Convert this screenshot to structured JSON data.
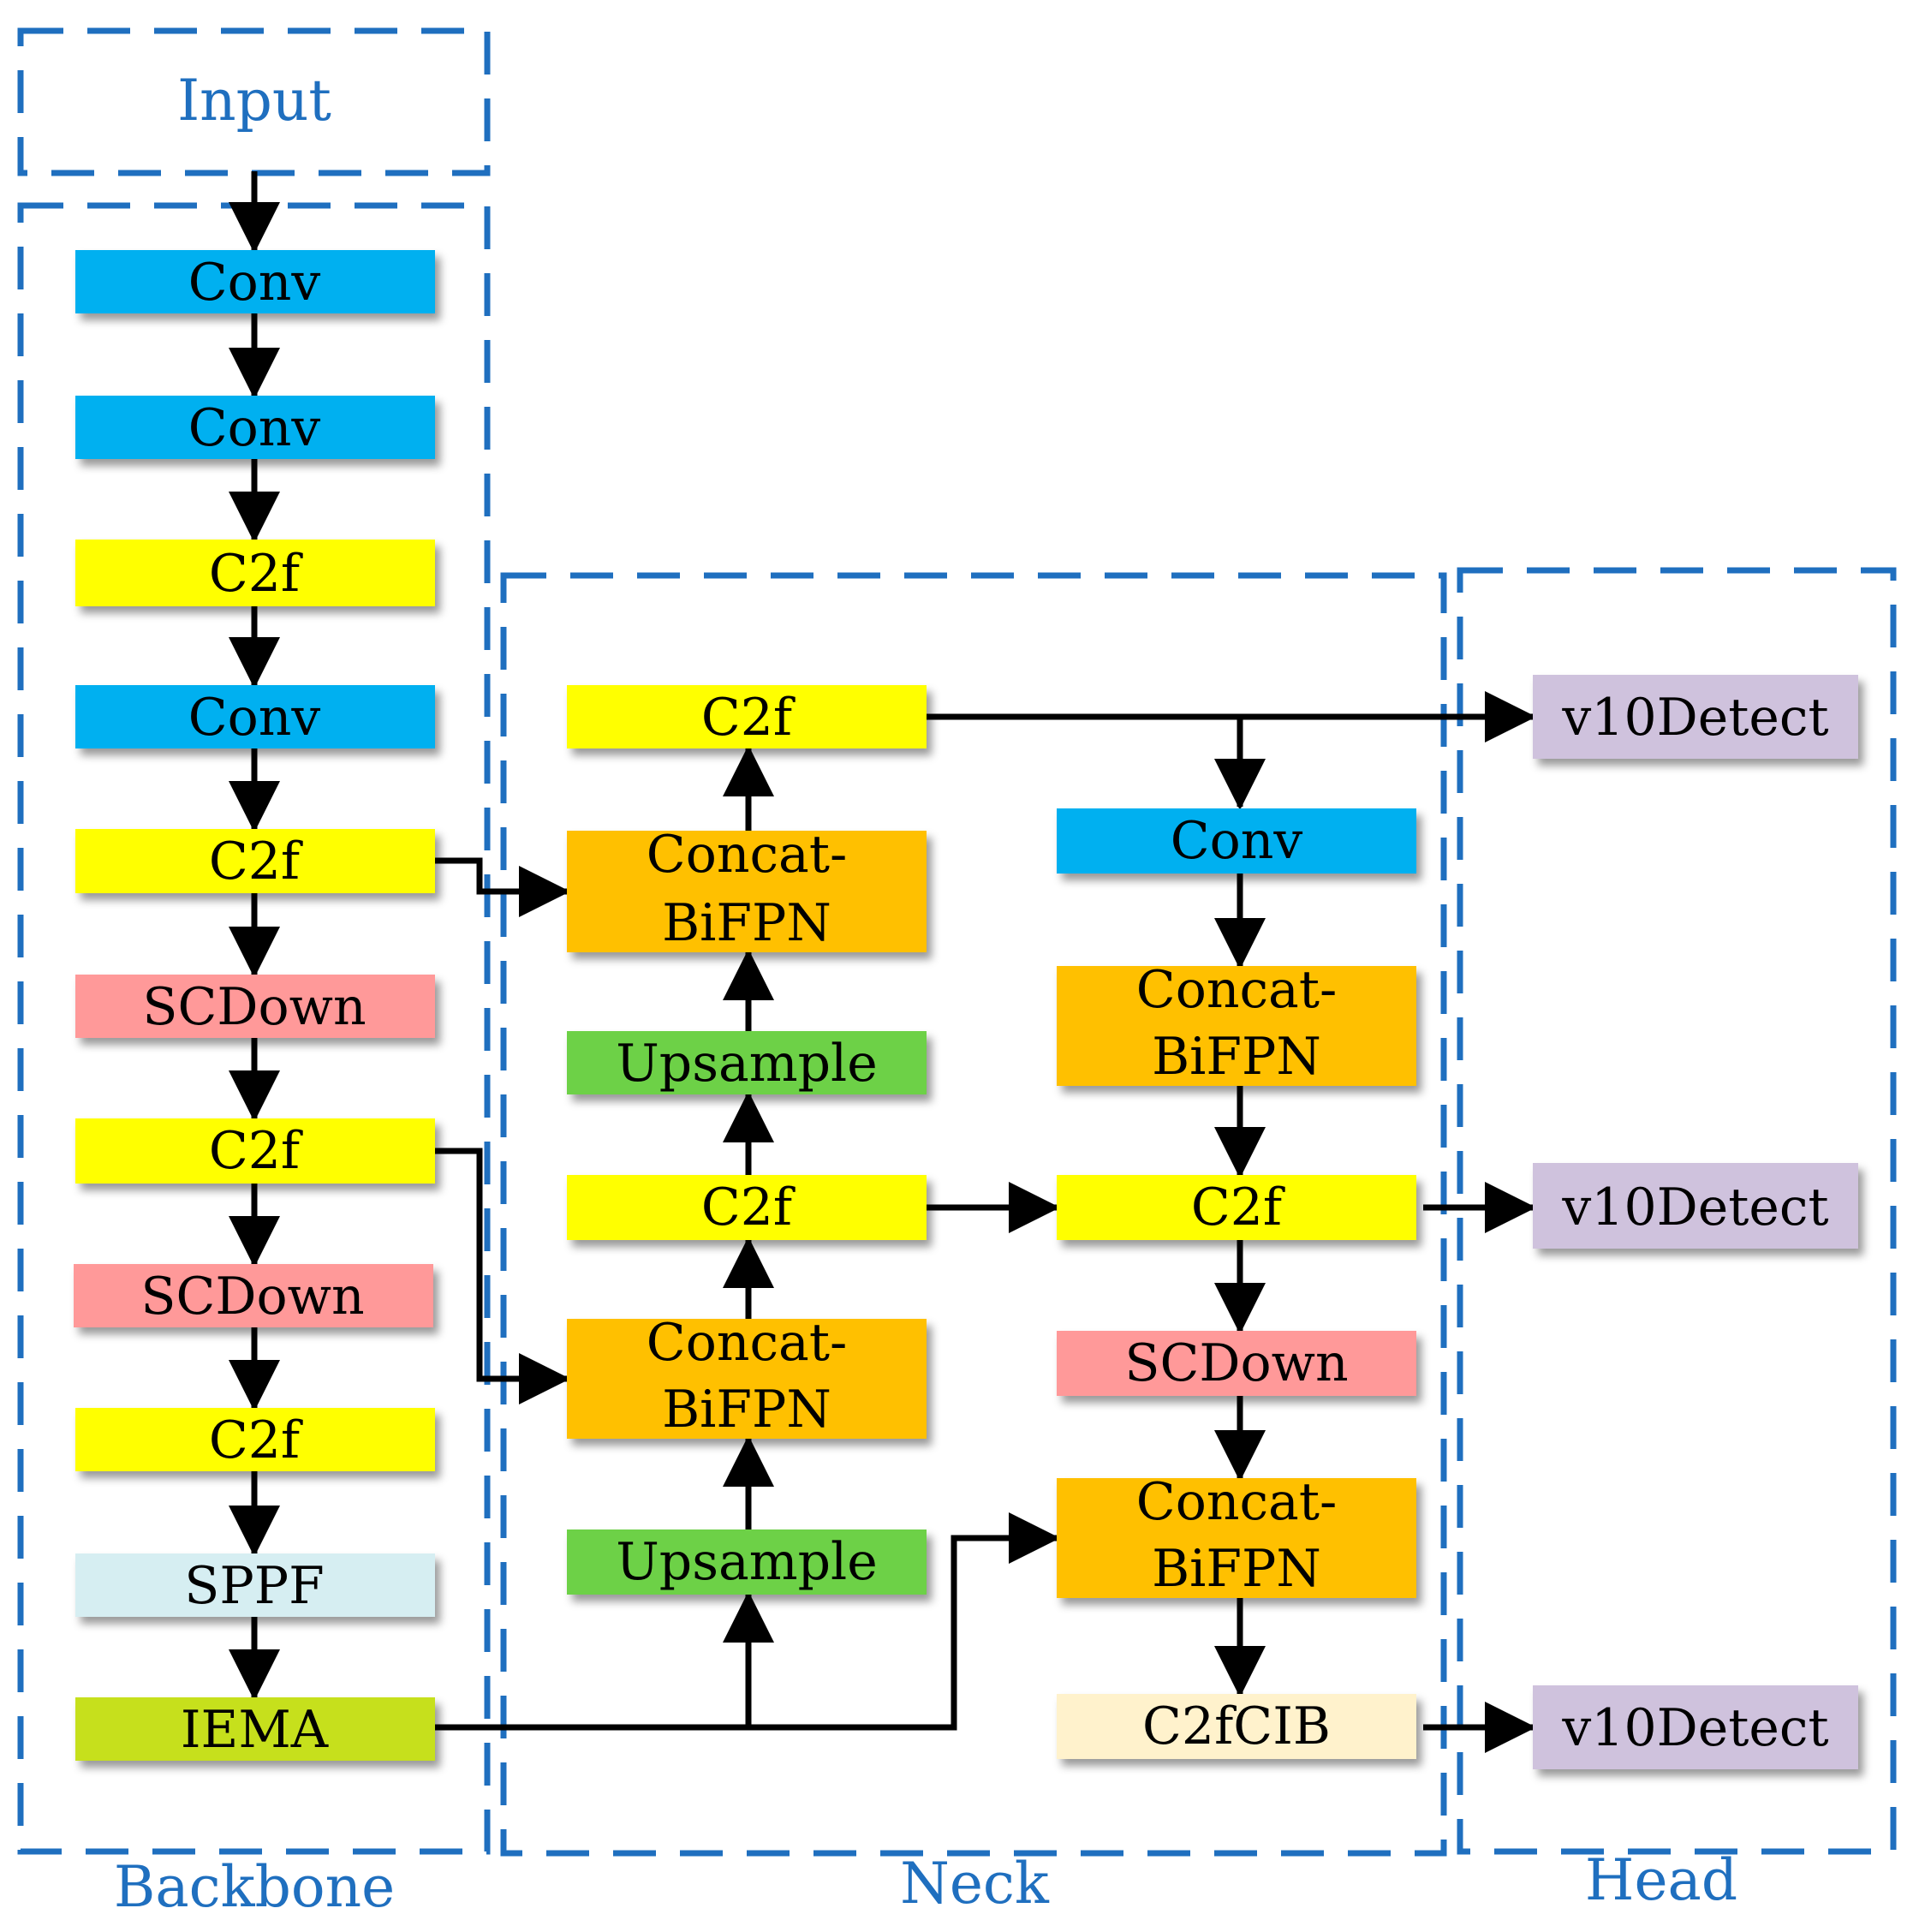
{
  "sections": {
    "input": "Input",
    "backbone": "Backbone",
    "neck": "Neck",
    "head": "Head"
  },
  "colors": {
    "frame": "#1f6fbf",
    "conv": "#00b0f0",
    "c2f": "#ffff00",
    "scdown": "#ff9999",
    "sppf": "#d6eef2",
    "iema": "#c6e01f",
    "concat": "#ffc000",
    "upsample": "#6dd146",
    "c2fcib": "#fff2cc",
    "detect": "#cfc2dd",
    "arrow": "#000000"
  },
  "backbone": {
    "conv1": "Conv",
    "conv2": "Conv",
    "c2f1": "C2f",
    "conv3": "Conv",
    "c2f2": "C2f",
    "scdown1": "SCDown",
    "c2f3": "C2f",
    "scdown2": "SCDown",
    "c2f4": "C2f",
    "sppf": "SPPF",
    "iema": "IEMA"
  },
  "neck": {
    "c2f_top": "C2f",
    "concat_top": [
      "Concat-",
      "BiFPN"
    ],
    "upsample_top": "Upsample",
    "c2f_mid": "C2f",
    "concat_mid": [
      "Concat-",
      "BiFPN"
    ],
    "upsample_bottom": "Upsample",
    "conv": "Conv",
    "concat_right_top": [
      "Concat-",
      "BiFPN"
    ],
    "c2f_right": "C2f",
    "scdown": "SCDown",
    "concat_right_bottom": [
      "Concat-",
      "BiFPN"
    ],
    "c2fcib": "C2fCIB"
  },
  "head": {
    "detect1": "v10Detect",
    "detect2": "v10Detect",
    "detect3": "v10Detect"
  }
}
